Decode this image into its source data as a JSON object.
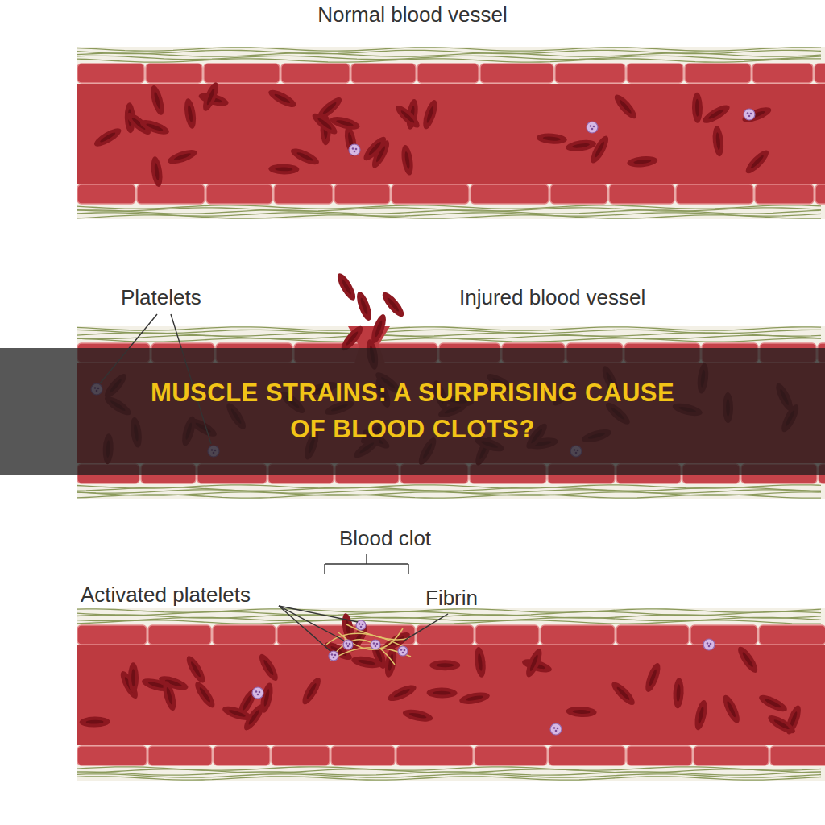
{
  "diagram": {
    "title": "MUSCLE STRAINS: A SURPRISING CAUSE OF BLOOD CLOTS?",
    "labels": [
      "Normal blood vessel",
      "Platelets",
      "Injured blood vessel",
      "Blood clot",
      "Activated platelets",
      "Fibrin"
    ]
  }
}
